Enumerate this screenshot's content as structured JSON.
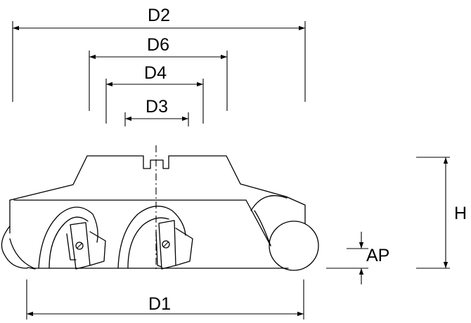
{
  "labels": {
    "d2": "D2",
    "d6": "D6",
    "d4": "D4",
    "d3": "D3",
    "h": "H",
    "ap": "AP",
    "d1": "D1"
  }
}
